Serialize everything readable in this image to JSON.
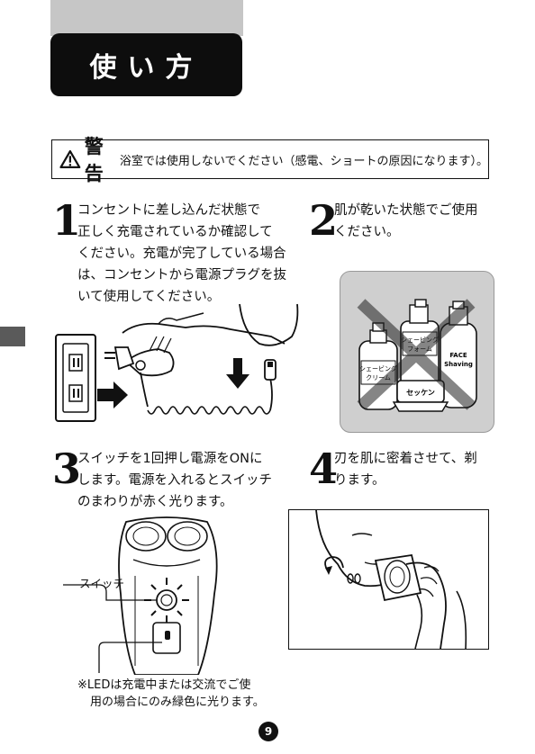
{
  "header": {
    "title": "使い方"
  },
  "warning": {
    "title": "警告",
    "text": "浴室では使用しないでください（感電、ショートの原因になります）。"
  },
  "steps": [
    {
      "number": "1",
      "lines": [
        "コンセントに差し込んだ状態で",
        "正しく充電されているか確認して",
        "ください。充電が完了している場合",
        "は、コンセントから電源プラグを抜",
        "いて使用してください。"
      ]
    },
    {
      "number": "2",
      "lines": [
        "肌が乾いた状態でご使用",
        "ください。"
      ]
    },
    {
      "number": "3",
      "lines": [
        "スイッチを1回押し電源をONに",
        "します。電源を入れるとスイッチ",
        "のまわりが赤く光ります。"
      ]
    },
    {
      "number": "4",
      "lines": [
        "刃を肌に密着させて、剃",
        "ります。"
      ]
    }
  ],
  "products": {
    "bottle_left": [
      "シェービング",
      "クリーム"
    ],
    "bottle_middle": [
      "シェービング",
      "フォーム"
    ],
    "bottle_right": [
      "FACE",
      "Shaving"
    ],
    "soap": "セッケン"
  },
  "switch_label": "スイッチ",
  "note_lines": [
    "※LEDは充電中または交流でご使",
    "用の場合にのみ緑色に光ります。"
  ],
  "page_number": "9"
}
